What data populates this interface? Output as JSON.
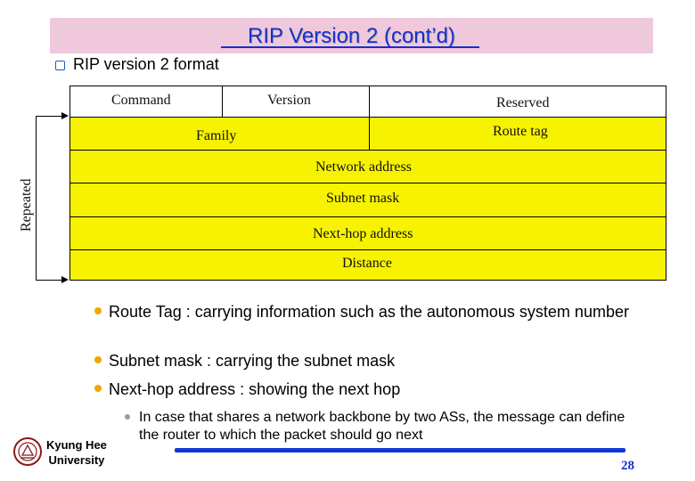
{
  "slide": {
    "title": "RIP Version 2 (cont’d)",
    "subtitle": "RIP version 2 format",
    "page_number": "28"
  },
  "format_table": {
    "command": "Command",
    "version": "Version",
    "reserved": "Reserved",
    "family": "Family",
    "route_tag": "Route tag",
    "network_address": "Network address",
    "subnet_mask": "Subnet mask",
    "next_hop_address": "Next-hop address",
    "distance": "Distance",
    "repeated_label": "Repeated",
    "repeated_fill_color": "#f7f200"
  },
  "bullets": [
    {
      "text": "Route Tag : carrying information such as the autonomous system number"
    },
    {
      "text": "Subnet mask : carrying the subnet mask"
    },
    {
      "text": "Next-hop address : showing the next hop"
    }
  ],
  "sub_bullet": "In case that shares a network backbone by two ASs, the message can define the router to which the packet should go next",
  "footer": {
    "university_line1": "Kyung Hee",
    "university_line2": "University"
  },
  "colors": {
    "title": "#1530c8",
    "title_background": "#f0c8dc",
    "bullet": "#f0a800",
    "accent_bar": "#1038d8"
  }
}
